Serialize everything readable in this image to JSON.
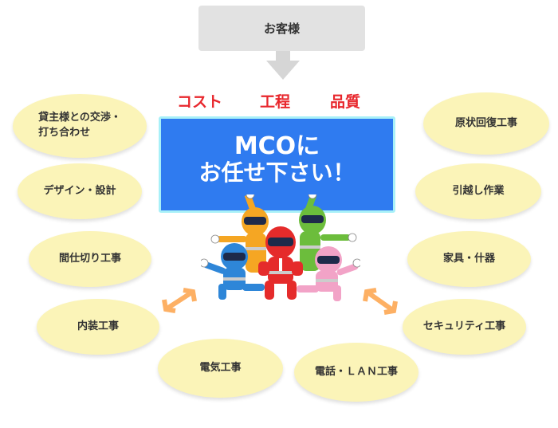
{
  "top": {
    "customer_label": "お客様"
  },
  "priorities": [
    {
      "label": "コスト"
    },
    {
      "label": "工程"
    },
    {
      "label": "品質"
    }
  ],
  "center": {
    "line1": "MCOに",
    "line2": "お任せ下さい！"
  },
  "services_left": [
    {
      "line1": "貸主様との交渉・",
      "line2": "打ち合わせ"
    },
    {
      "label": "デザイン・設計"
    },
    {
      "label": "間仕切り工事"
    },
    {
      "label": "内装工事"
    }
  ],
  "services_bottom": [
    {
      "label": "電気工事"
    },
    {
      "label": "電話・ＬＡＮ工事"
    }
  ],
  "services_right": [
    {
      "label": "原状回復工事"
    },
    {
      "label": "引越し作業"
    },
    {
      "label": "家具・什器"
    },
    {
      "label": "セキュリティ工事"
    }
  ],
  "colors": {
    "customer_box": "#e2e2e2",
    "arrow_gray": "#d6d6d6",
    "priority_red": "#e8262c",
    "main_blue": "#2f7bf0",
    "main_border": "#a8f0f8",
    "ellipse_fill": "#fbf4b8",
    "double_arrow_orange": "#fdb064",
    "hero_colors": [
      "#f5a623",
      "#6cbd3c",
      "#e52b2b",
      "#2e86d8",
      "#f2a3c7"
    ]
  },
  "icons": {
    "down_arrow": "down-arrow-icon",
    "double_arrow_left": "double-arrow-icon",
    "double_arrow_right": "double-arrow-icon",
    "heroes": "sentai-heroes-illustration"
  }
}
